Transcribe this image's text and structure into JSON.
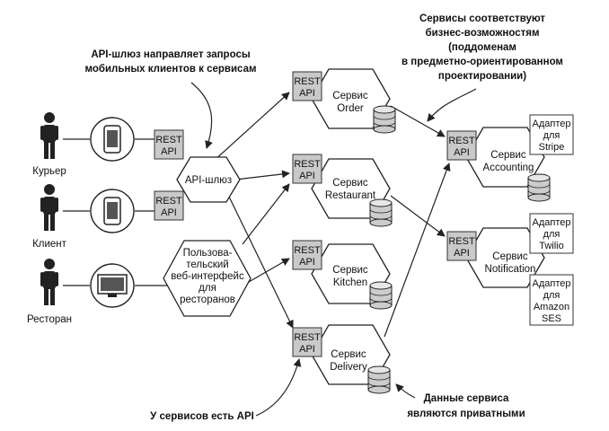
{
  "actors": [
    "Курьер",
    "Клиент",
    "Ресторан"
  ],
  "api_label": [
    "REST",
    "API"
  ],
  "gateway": "API-шлюз",
  "web_ui": [
    "Пользова-",
    "тельский",
    "веб-интерфейс",
    "для",
    "ресторанов"
  ],
  "services": {
    "order": [
      "Сервис",
      "Order"
    ],
    "restaurant": [
      "Сервис",
      "Restaurant"
    ],
    "kitchen": [
      "Сервис",
      "Kitchen"
    ],
    "delivery": [
      "Сервис",
      "Delivery"
    ],
    "accounting": [
      "Сервис",
      "Accounting"
    ],
    "notification": [
      "Сервис",
      "Notification"
    ]
  },
  "adapters": {
    "stripe": [
      "Адаптер",
      "для",
      "Stripe"
    ],
    "twilio": [
      "Адаптер",
      "для",
      "Twilio"
    ],
    "ses": [
      "Адаптер",
      "для",
      "Amazon",
      "SES"
    ]
  },
  "annotations": {
    "gateway_note": [
      "API-шлюз направляет запросы",
      "мобильных клиентов к сервисам"
    ],
    "capabilities_note": [
      "Сервисы соответствуют",
      "бизнес-возможностям",
      "(поддоменам",
      "в предметно-ориентированном",
      "проектировании)"
    ],
    "api_note": "У сервисов есть API",
    "private_note": [
      "Данные сервиса",
      "являются приватными"
    ]
  },
  "icons": {
    "courier": "person-icon",
    "client": "person-icon",
    "restaurant": "person-icon",
    "phone": "smartphone-icon",
    "monitor": "monitor-icon",
    "database": "database-icon"
  }
}
